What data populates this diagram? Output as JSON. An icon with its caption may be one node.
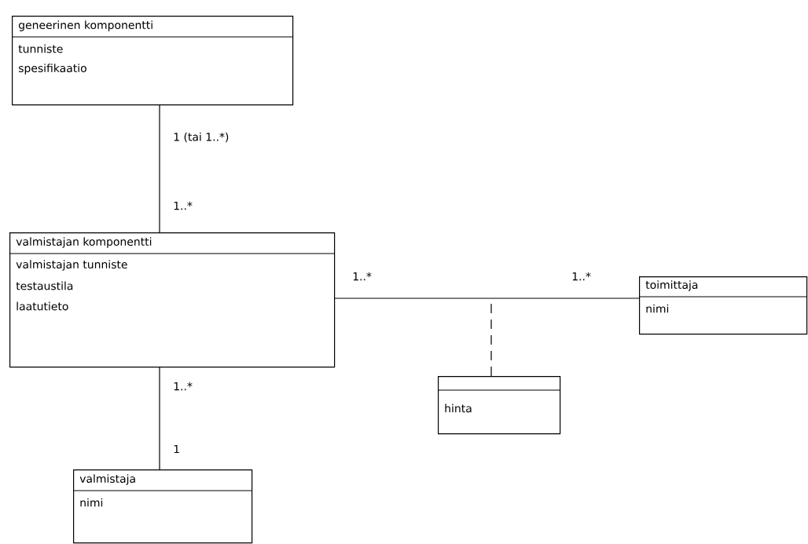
{
  "diagram": {
    "nodes": [
      {
        "text": [
          "geneerinen komponentti",
          "tunniste",
          "spesifikaatio"
        ]
      },
      {
        "text": [
          "valmistajan komponentti",
          "valmistajan tunniste",
          "testaustila",
          "laatutieto"
        ]
      },
      {
        "text": [
          "toimittaja",
          "nimi"
        ]
      },
      {
        "text": [
          "hinta"
        ]
      },
      {
        "text": [
          "valmistaja",
          "nimi"
        ]
      }
    ],
    "edges": [
      {
        "from": 0,
        "to": 1,
        "arrow": "none"
      },
      {
        "from": 1,
        "to": 2,
        "arrow": "none"
      },
      {
        "from": 3,
        "to": null,
        "arrow": "none",
        "style": "dashed"
      },
      {
        "from": 1,
        "to": 4,
        "arrow": "none"
      }
    ],
    "labels": [
      "1 (tai 1..*)",
      "1..*",
      "1..*",
      "1..*",
      "1..*",
      "1"
    ]
  }
}
